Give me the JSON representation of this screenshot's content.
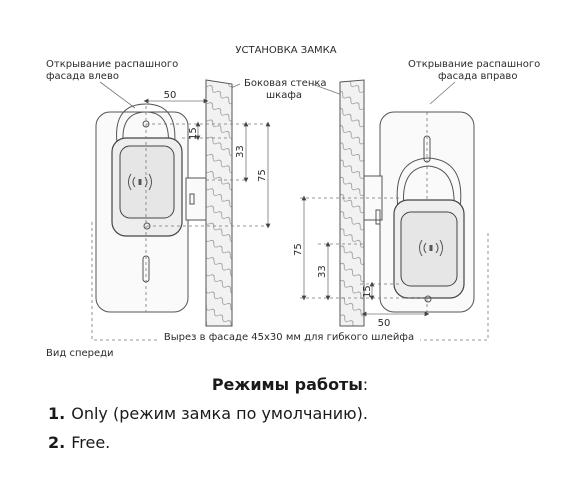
{
  "diagram": {
    "title": "УСТАНОВКА ЗАМКА",
    "left_caption_line1": "Открывание распашного",
    "left_caption_line2": "фасада влево",
    "right_caption_line1": "Открывание распашного",
    "right_caption_line2": "фасада вправо",
    "wall_caption_line1": "Боковая стенка",
    "wall_caption_line2": "шкафа",
    "cutout_caption": "Вырез в фасаде 45х30 мм для гибкого шлейфа",
    "front_view_caption": "Вид спереди",
    "dimensions": {
      "left_width": "50",
      "left_15": "15",
      "left_33": "33",
      "left_75": "75",
      "right_width": "50",
      "right_15": "15",
      "right_33": "33",
      "right_75": "75"
    }
  },
  "modes": {
    "title": "Режимы работы",
    "title_colon": ":",
    "items": [
      {
        "number": "1.",
        "text": "Only (режим замка по умолчанию)."
      },
      {
        "number": "2.",
        "text": "Free."
      }
    ]
  }
}
